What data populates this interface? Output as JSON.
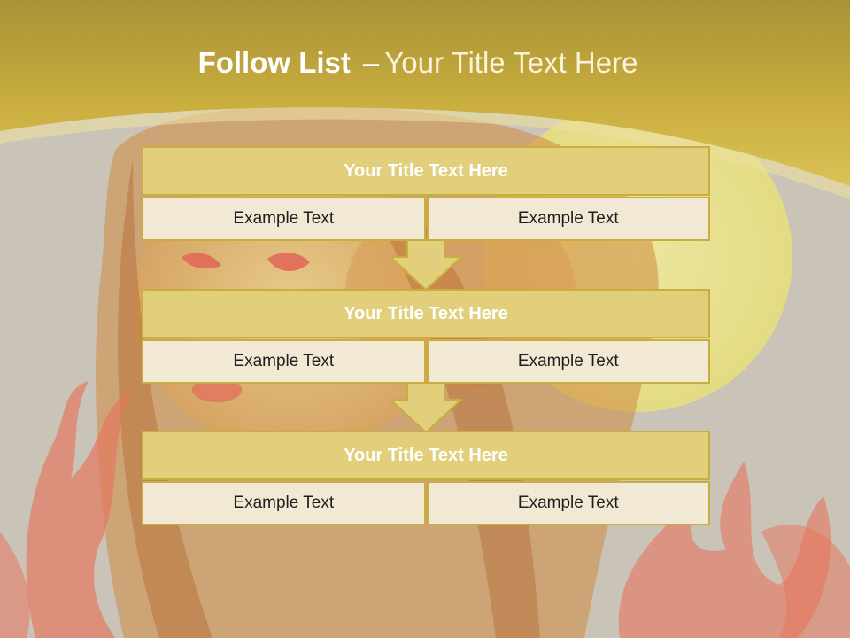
{
  "header": {
    "title_bold": "Follow List",
    "separator": "–",
    "title_rest": "Your Title Text Here"
  },
  "blocks": [
    {
      "title": "Your Title Text Here",
      "cells": [
        "Example Text",
        "Example Text"
      ]
    },
    {
      "title": "Your Title Text Here",
      "cells": [
        "Example Text",
        "Example Text"
      ]
    },
    {
      "title": "Your Title Text Here",
      "cells": [
        "Example Text",
        "Example Text"
      ]
    }
  ],
  "icons": [
    "down-arrow-icon",
    "down-arrow-icon"
  ],
  "colors": {
    "header_band": "#c9ad3e",
    "title_bar": "#e2cf7c",
    "cell_fill": "#f2e9d5",
    "border": "#c9ad3e",
    "background": "#c9c3b8"
  }
}
